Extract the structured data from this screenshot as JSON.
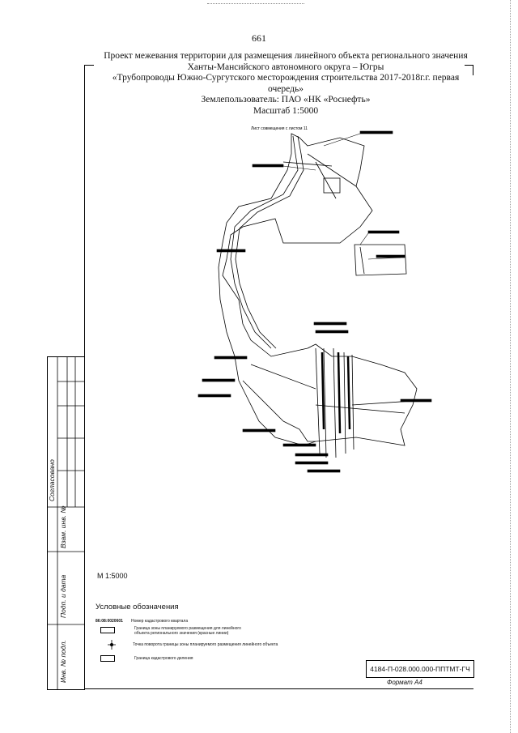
{
  "page_number": "661",
  "header": {
    "line1": "Проект  межевания территории для размещения линейного объекта регионального значения",
    "line2": "Ханты-Мансийского автономного округа – Югры",
    "line3": "«Трубопроводы Южно-Сургутского месторождения строительства 2017-2018г.г. первая",
    "line4": "очередь»",
    "line5": "Землепользователь: ПАО «НК «Роснефть»",
    "line6": "Масштаб 1:5000"
  },
  "map": {
    "match_line_label": "Лист совмещения с листом 11"
  },
  "sidebar": {
    "agreed": "Согласовано",
    "inv_replace": "Взам. инв. №",
    "sign_date": "Подп. и дата",
    "inv_orig": "Инв. № подл."
  },
  "scale_label": "М 1:5000",
  "legend": {
    "title": "Условные обозначения",
    "items": [
      {
        "symbol": "86:08:0020601",
        "text": "Номер кадастрового квартала"
      },
      {
        "symbol": "box",
        "text": "Граница зоны планируемого размещения для линейного объекта регионального значения (красные линии)"
      },
      {
        "symbol": "point",
        "text": "Точка поворота границы зоны планируемого размещения линейного объекта"
      },
      {
        "symbol": "box",
        "text": "Граница кадастрового деления"
      }
    ]
  },
  "stamp_code": "4184-П-028.000.000-ППТМТ-ГЧ",
  "format_label": "Формат А4"
}
